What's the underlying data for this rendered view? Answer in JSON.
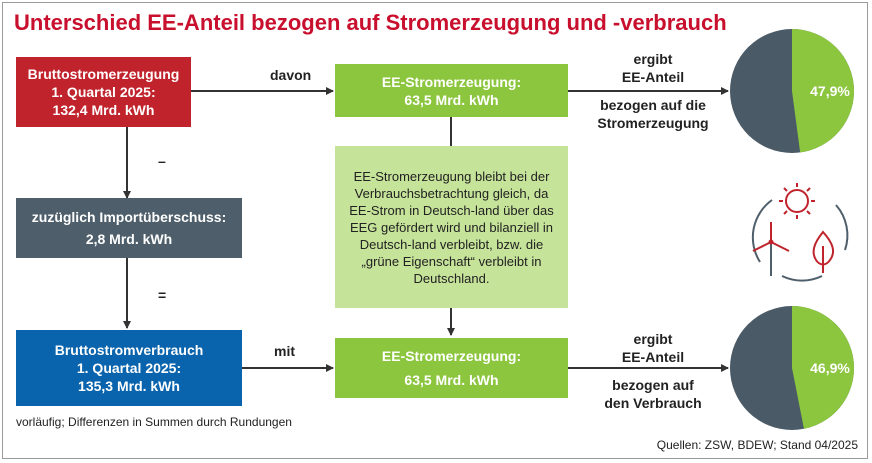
{
  "title": "Unterschied EE-Anteil bezogen auf Stromerzeugung und -verbrauch",
  "boxes": {
    "gross_generation": {
      "line1": "Bruttostromerzeugung",
      "line2": "1. Quartal 2025:",
      "line3": "132,4 Mrd. kWh"
    },
    "import_surplus": {
      "line1": "zuzüglich Importüberschuss:",
      "line2": "2,8 Mrd. kWh"
    },
    "gross_consumption": {
      "line1": "Bruttostromverbrauch",
      "line2": "1. Quartal 2025:",
      "line3": "135,3 Mrd. kWh"
    },
    "ee_generation_top": {
      "line1": "EE-Stromerzeugung:",
      "line2": "63,5 Mrd. kWh"
    },
    "ee_generation_bottom": {
      "line1": "EE-Stromerzeugung:",
      "line2": "63,5 Mrd. kWh"
    },
    "explanation": "EE-Stromerzeugung bleibt bei der Verbrauchsbetrachtung gleich, da EE-Strom in Deutsch-land über das EEG gefördert wird und bilanziell in Deutsch-land verbleibt, bzw. die „grüne Eigenschaft“ verbleibt in Deutschland."
  },
  "connectors": {
    "davon": "davon",
    "minus": "–",
    "equals": "=",
    "mit": "mit"
  },
  "results": {
    "top": {
      "line1": "ergibt",
      "line2": "EE-Anteil",
      "line3": "bezogen auf die",
      "line4": "Stromerzeugung"
    },
    "bottom": {
      "line1": "ergibt",
      "line2": "EE-Anteil",
      "line3": "bezogen auf",
      "line4": "den Verbrauch"
    }
  },
  "pies": {
    "top": {
      "value_pct": 47.9,
      "label": "47,9%"
    },
    "bottom": {
      "value_pct": 46.9,
      "label": "46,9%"
    },
    "colors": {
      "share": "#8cc63e",
      "rest": "#4a5b67"
    }
  },
  "footnote": "vorläufig; Differenzen in Summen durch Rundungen",
  "source": "Quellen: ZSW, BDEW; Stand 04/2025",
  "icons": [
    "sun-icon",
    "wind-turbine-icon",
    "flame-leaf-icon",
    "cycle-arrows-icon"
  ]
}
